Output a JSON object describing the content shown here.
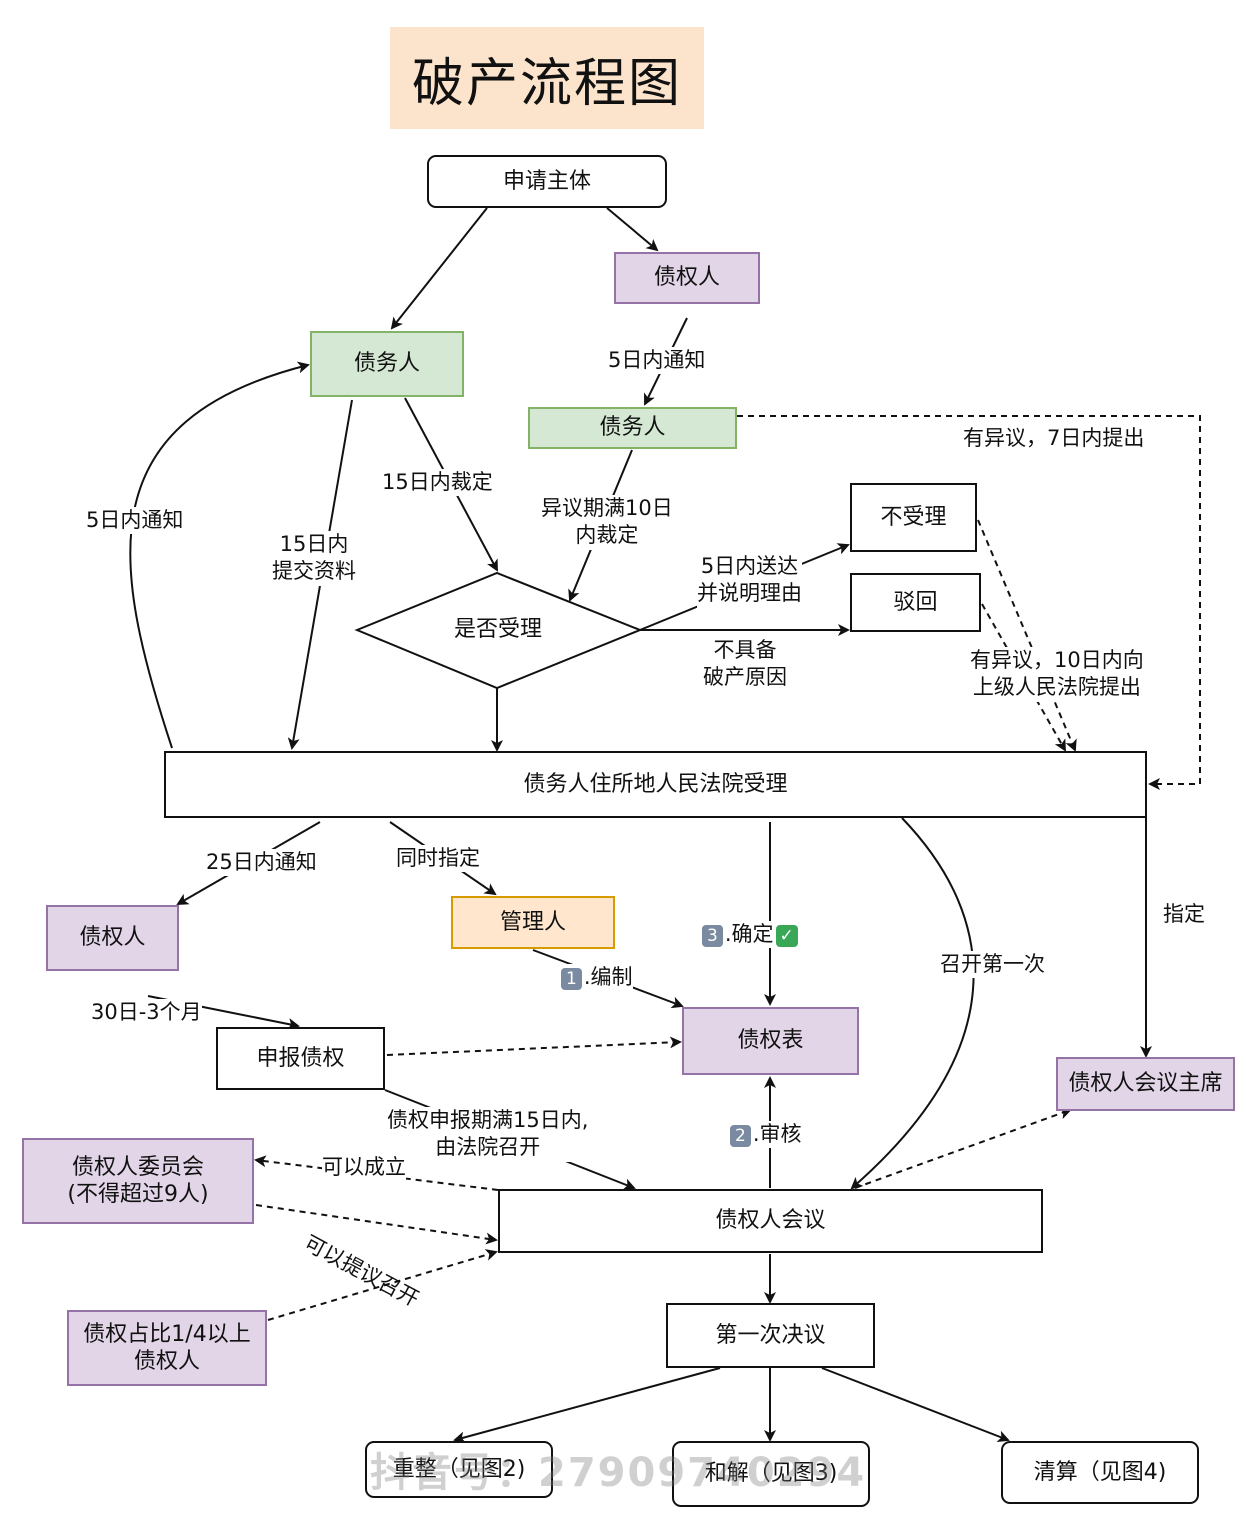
{
  "title": "破产流程图",
  "nodes": {
    "applicant": "申请主体",
    "creditor_top": "债权人",
    "debtor_left": "债务人",
    "debtor_right": "债务人",
    "not_accepted": "不受理",
    "rejected": "驳回",
    "decision": "是否受理",
    "court": "债务人住所地人民法院受理",
    "creditor_left": "债权人",
    "administrator": "管理人",
    "declare": "申报债权",
    "claims_table": "债权表",
    "meeting_chair": "债权人会议主席",
    "committee_line1": "债权人委员会",
    "committee_line2": "(不得超过9人)",
    "quarter_line1": "债权占比1/4以上",
    "quarter_line2": "债权人",
    "meeting": "债权人会议",
    "first_resolution": "第一次决议",
    "reorg": "重整（见图2)",
    "settlement": "和解（见图3)",
    "liquidation": "清算（见图4)"
  },
  "labels": {
    "notify5": "5日内通知",
    "objection7": "有异议，7日内提出",
    "notify5_left": "5日内通知",
    "ruling15": "15日内裁定",
    "submit15_l1": "15日内",
    "submit15_l2": "提交资料",
    "objection10_l1": "异议期满10日",
    "objection10_l2": "内裁定",
    "deliver5_l1": "5日内送达",
    "deliver5_l2": "并说明理由",
    "nocause_l1": "不具备",
    "nocause_l2": "破产原因",
    "appeal10_l1": "有异议，10日内向",
    "appeal10_l2": "上级人民法院提出",
    "notify25": "25日内通知",
    "appoint_same": "同时指定",
    "step3_num": "3",
    "step3_text": ".确定",
    "step3_check": "✓",
    "step1_num": "1",
    "step1_text": ".编制",
    "first_meeting": "召开第一次",
    "designate": "指定",
    "period30": "30日-3个月",
    "convene_l1": "债权申报期满15日内,",
    "convene_l2": "由法院召开",
    "step2_num": "2",
    "step2_text": ".审核",
    "may_establish": "可以成立",
    "may_propose": "可以提议召开"
  },
  "watermark": "抖音号：27909740294"
}
